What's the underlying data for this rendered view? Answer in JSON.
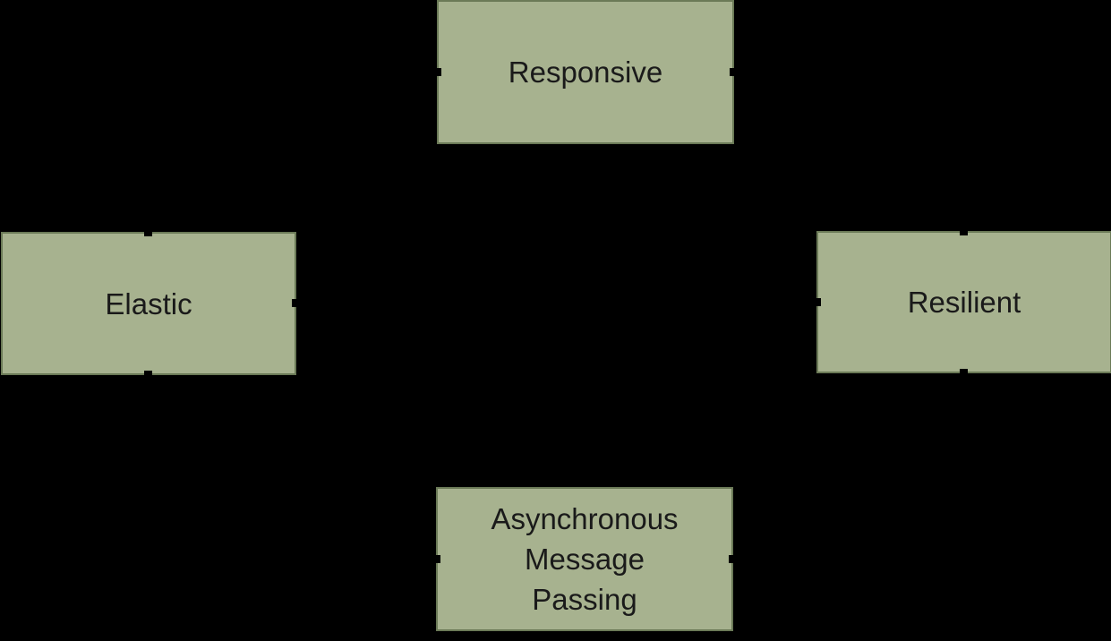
{
  "colors": {
    "background": "#000000",
    "box_fill": "#a7b28f",
    "box_border": "#6b7a57",
    "box_text": "#1a1a1a"
  },
  "boxes": [
    {
      "id": "responsive",
      "lines": [
        "Responsive"
      ]
    },
    {
      "id": "elastic",
      "lines": [
        "Elastic"
      ]
    },
    {
      "id": "resilient",
      "lines": [
        "Resilient"
      ]
    },
    {
      "id": "asynchronous-message-passing",
      "lines": [
        "Asynchronous",
        "Message",
        "Passing"
      ]
    }
  ]
}
